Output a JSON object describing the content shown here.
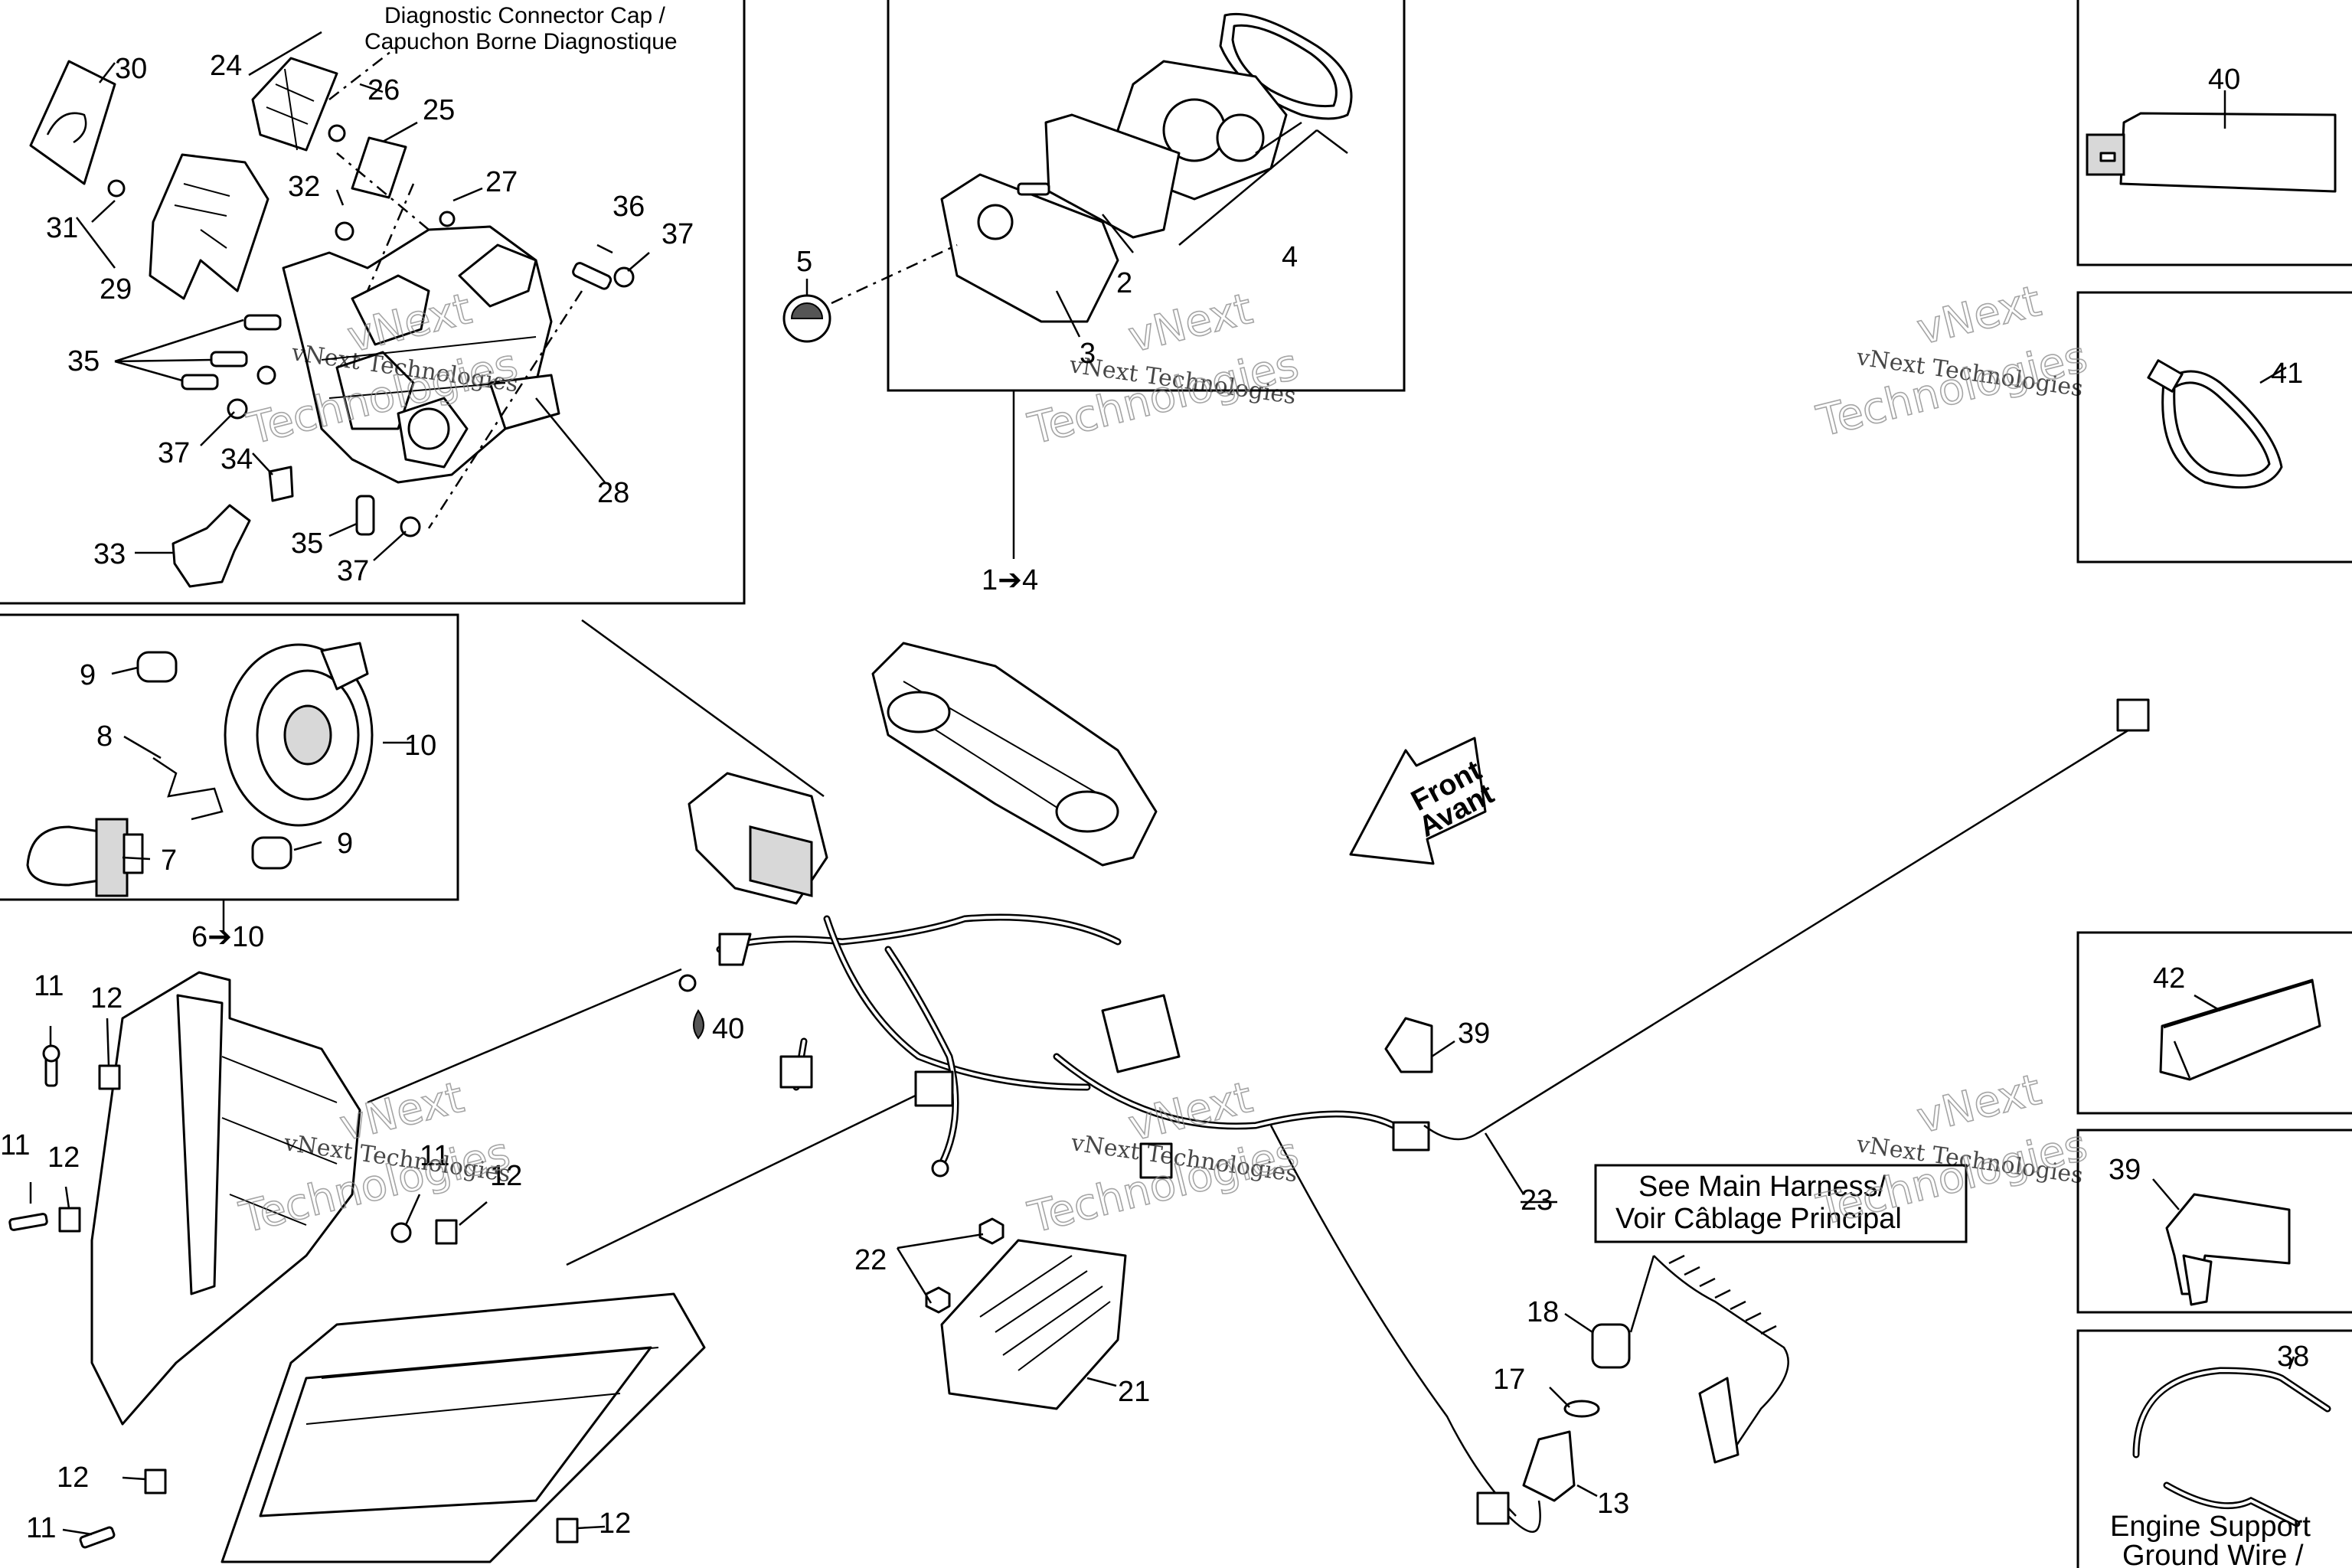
{
  "header": {
    "diag_cap_en": "Diagnostic Connector Cap /",
    "diag_cap_fr": "Capuchon Borne Diagnostique"
  },
  "callouts": {
    "c2": "2",
    "c3": "3",
    "c4": "4",
    "c5": "5",
    "c6_10": "6➔10",
    "c7": "7",
    "c8": "8",
    "c9a": "9",
    "c9b": "9",
    "c10": "10",
    "c11a": "11",
    "c11b": "11",
    "c11c": "11",
    "c11d": "11",
    "c12a": "12",
    "c12b": "12",
    "c12c": "12",
    "c12d": "12",
    "c12e": "12",
    "c13": "13",
    "c17": "17",
    "c18": "18",
    "c21": "21",
    "c22": "22",
    "c23": "23",
    "c24": "24",
    "c25": "25",
    "c26": "26",
    "c27": "27",
    "c28": "28",
    "c29": "29",
    "c30": "30",
    "c31": "31",
    "c32": "32",
    "c33": "33",
    "c34": "34",
    "c35a": "35",
    "c35b": "35",
    "c36": "36",
    "c37a": "37",
    "c37b": "37",
    "c37c": "37",
    "c38": "38",
    "c39a": "39",
    "c39b": "39",
    "c40a": "40",
    "c40b": "40",
    "c41": "41",
    "c42": "42",
    "c1_4": "1➔4"
  },
  "front_arrow": {
    "line1": "Front",
    "line2": "Avant"
  },
  "main_harness_box": {
    "line1": "See Main Harness/",
    "line2": "Voir Câblage Principal"
  },
  "engine_support": {
    "line1": "Engine Support",
    "line2": "Ground Wire /"
  },
  "watermark": {
    "brand": "vNext Technologies",
    "big1": "vNext",
    "big2": "Technologies"
  }
}
